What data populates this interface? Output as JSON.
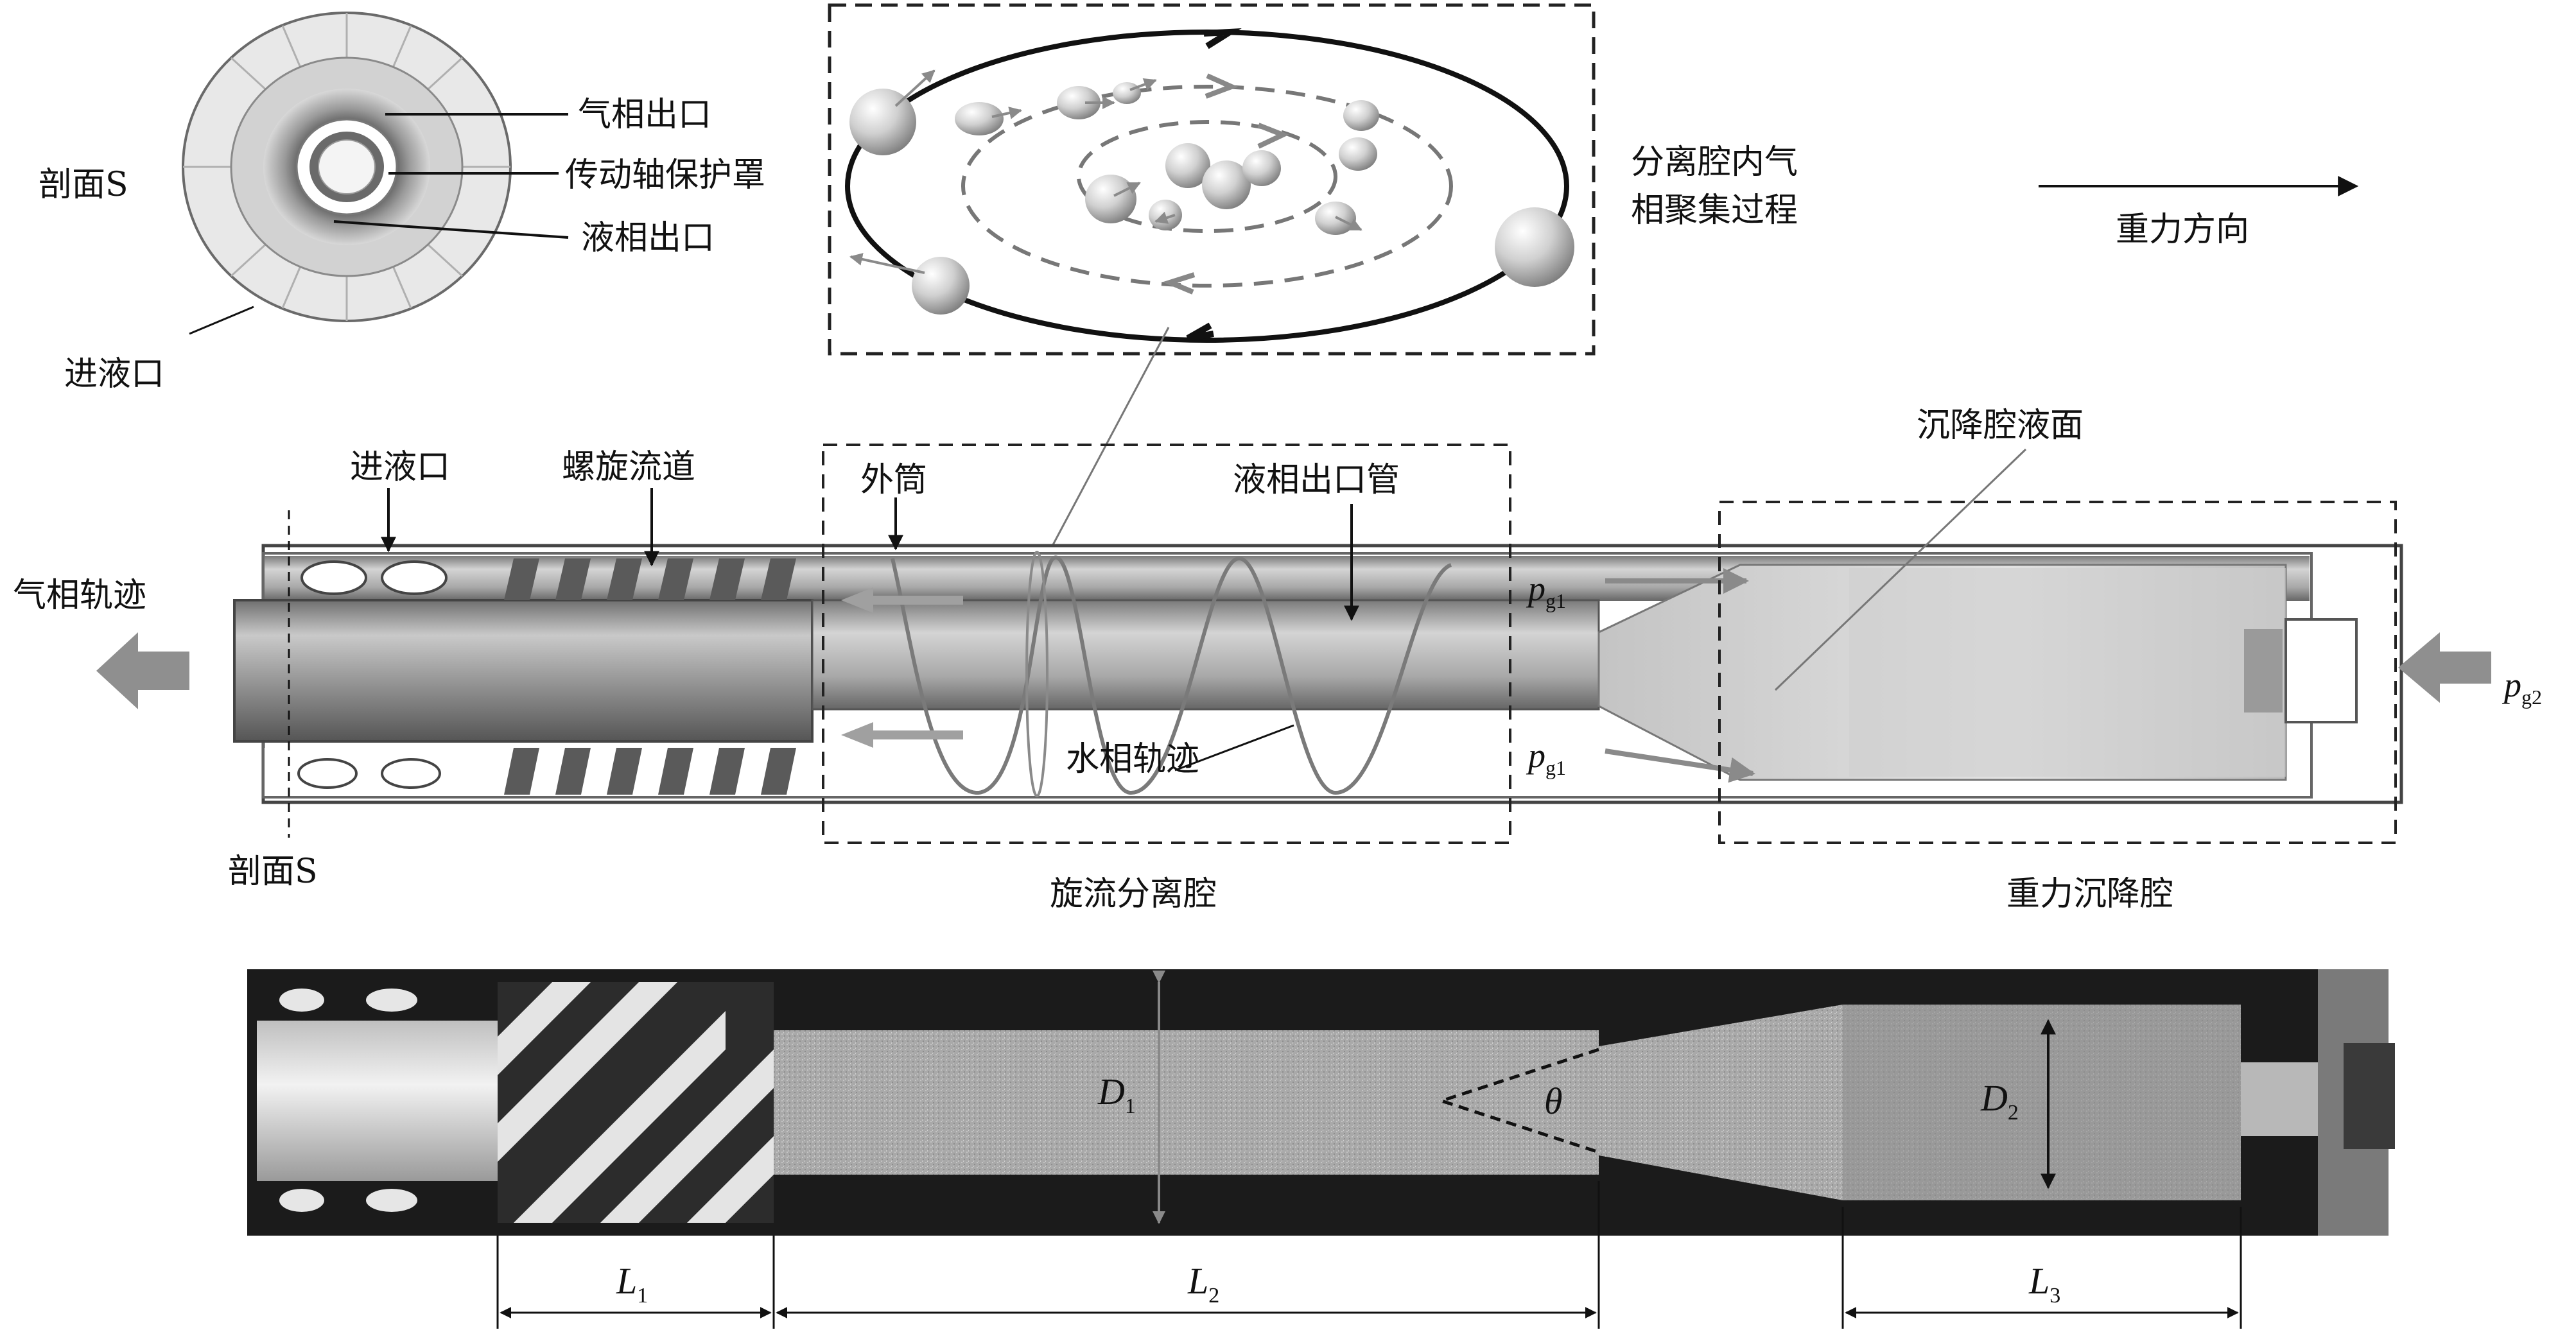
{
  "top": {
    "section_view": {
      "gas_outlet": "气相出口",
      "shaft_cover": "传动轴保护罩",
      "liquid_outlet": "液相出口",
      "section_label": "剖面S",
      "inlet": "进液口"
    },
    "bubble_inset": {
      "caption_line1": "分离腔内气",
      "caption_line2": "相聚集过程"
    },
    "gravity": {
      "label": "重力方向"
    }
  },
  "middle": {
    "inlet": "进液口",
    "spiral_channel": "螺旋流道",
    "outer_tube": "外筒",
    "liquid_outlet_pipe": "液相出口管",
    "settling_surface": "沉降腔液面",
    "gas_trajectory": "气相轨迹",
    "water_trajectory": "水相轨迹",
    "section_label": "剖面S",
    "cyclone_chamber": "旋流分离腔",
    "gravity_chamber": "重力沉降腔",
    "p_g1_top": {
      "main": "p",
      "sub": "g1"
    },
    "p_g1_bottom": {
      "main": "p",
      "sub": "g1"
    },
    "p_g2": {
      "main": "p",
      "sub": "g2"
    }
  },
  "bottom": {
    "D1": {
      "main": "D",
      "sub": "1"
    },
    "D2": {
      "main": "D",
      "sub": "2"
    },
    "theta": "θ",
    "L1": {
      "main": "L",
      "sub": "1"
    },
    "L2": {
      "main": "L",
      "sub": "2"
    },
    "L3": {
      "main": "L",
      "sub": "3"
    }
  },
  "colors": {
    "ink": "#111111",
    "steel_dark": "#4a4a4a",
    "steel_mid": "#8f8f8f",
    "steel_light": "#d6d6d6",
    "arrow_gray": "#8a8a8a"
  }
}
